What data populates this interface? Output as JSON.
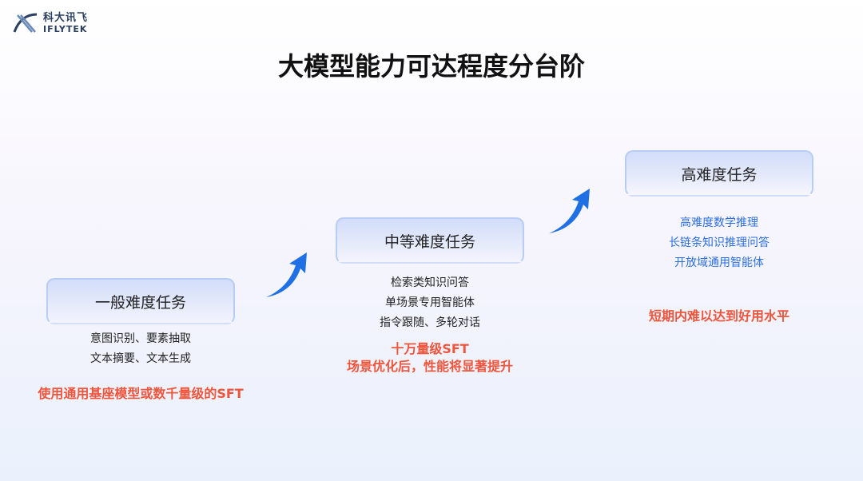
{
  "logo": {
    "cn": "科大讯飞",
    "en": "IFLYTEK"
  },
  "title": "大模型能力可达程度分台阶",
  "tiers": [
    {
      "label": "一般难度任务",
      "items": [
        "意图识别、要素抽取",
        "文本摘要、文本生成"
      ],
      "note": [
        "使用通用基座模型或数千量级的SFT"
      ]
    },
    {
      "label": "中等难度任务",
      "items": [
        "检索类知识问答",
        "单场景专用智能体",
        "指令跟随、多轮对话"
      ],
      "note": [
        "十万量级SFT",
        "场景优化后，性能将显著提升"
      ]
    },
    {
      "label": "高难度任务",
      "items": [
        "高难度数学推理",
        "长链条知识推理问答",
        "开放域通用智能体"
      ],
      "note": [
        "短期内难以达到好用水平"
      ]
    }
  ],
  "colors": {
    "accent": "#1f6fe5",
    "note": "#ef553c",
    "blue_text": "#2d6fe0"
  }
}
